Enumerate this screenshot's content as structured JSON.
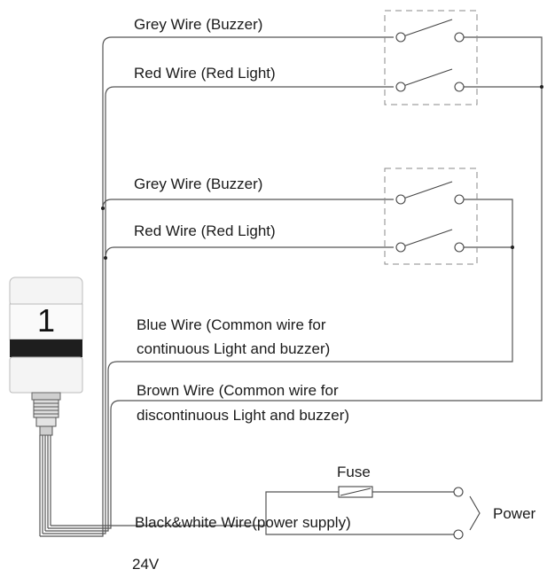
{
  "unit_number": "1",
  "wires": {
    "grey_buzzer_top": "Grey Wire (Buzzer)",
    "red_light_top": "Red Wire (Red Light)",
    "grey_buzzer_mid": "Grey Wire (Buzzer)",
    "red_light_mid": "Red Wire (Red Light)",
    "blue_line1": "Blue Wire (Common wire for",
    "blue_line2": "continuous Light and buzzer)",
    "brown_line1": "Brown Wire (Common wire for",
    "brown_line2": "discontinuous Light and buzzer)",
    "black_white": "Black&white Wire(power supply)"
  },
  "fuse_label": "Fuse",
  "power_label": "Power",
  "voltage_label": "24V",
  "colors": {
    "wire": "#555555",
    "switch_box": "#8a8a8a",
    "tower_body": "#f4f4f4",
    "tower_band": "#1e1e1e"
  }
}
